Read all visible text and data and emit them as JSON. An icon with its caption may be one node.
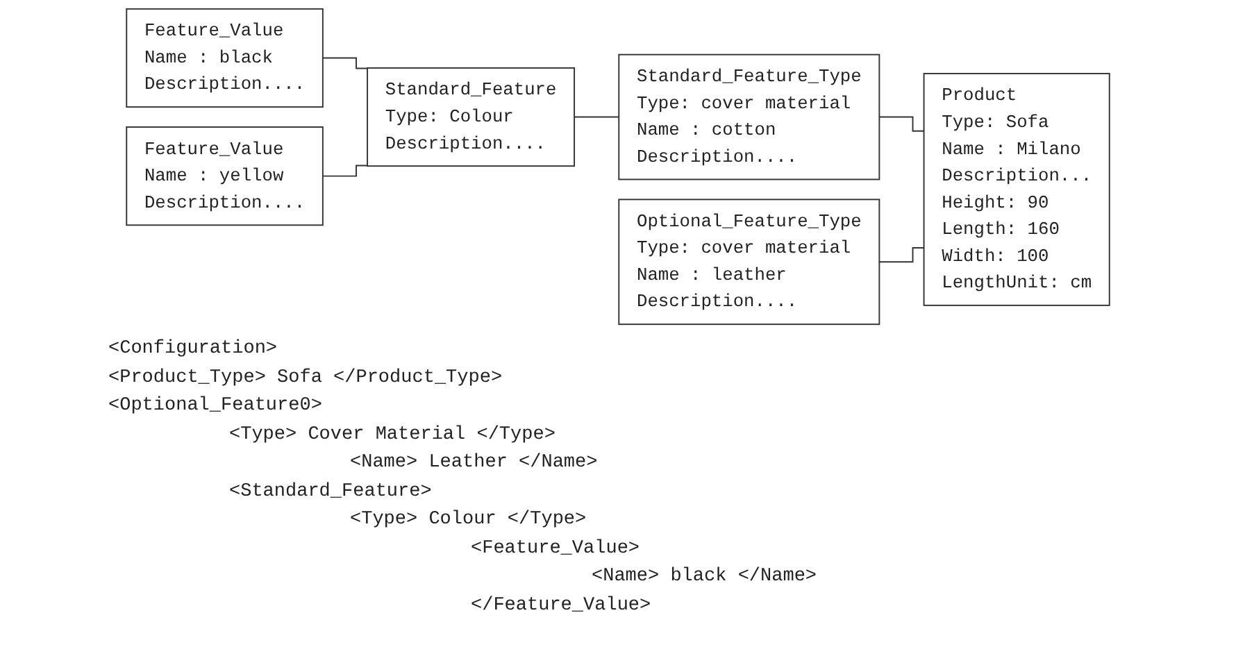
{
  "diagram": {
    "nodes": [
      {
        "text": [
          "Feature_Value",
          "Name : black",
          "Description...."
        ]
      },
      {
        "text": [
          "Feature_Value",
          "Name : yellow",
          "Description...."
        ]
      },
      {
        "text": [
          "Standard_Feature",
          "Type: Colour",
          "Description...."
        ]
      },
      {
        "text": [
          "Standard_Feature_Type",
          "Type: cover material",
          "Name : cotton",
          "Description...."
        ]
      },
      {
        "text": [
          "Optional_Feature_Type",
          "Type: cover material",
          "Name : leather",
          "Description...."
        ]
      },
      {
        "text": [
          "Product",
          "Type: Sofa",
          "Name : Milano",
          "Description...",
          "Height: 90",
          "Length: 160",
          "Width: 100",
          "LengthUnit: cm"
        ]
      }
    ],
    "edges": [
      {
        "from": 0,
        "to": 2,
        "arrow": "none"
      },
      {
        "from": 1,
        "to": 2,
        "arrow": "none"
      },
      {
        "from": 2,
        "to": 3,
        "arrow": "none"
      },
      {
        "from": 3,
        "to": 5,
        "arrow": "none"
      },
      {
        "from": 4,
        "to": 5,
        "arrow": "none"
      }
    ],
    "labels": [
      "<Configuration>",
      "<Product_Type> Sofa </Product_Type>",
      "<Optional_Feature0>",
      "<Type> Cover Material </Type>",
      "<Name> Leather </Name>",
      "<Standard_Feature>",
      "<Type> Colour </Type>",
      "<Feature_Value>",
      "<Name> black </Name>",
      "</Feature_Value>"
    ]
  }
}
